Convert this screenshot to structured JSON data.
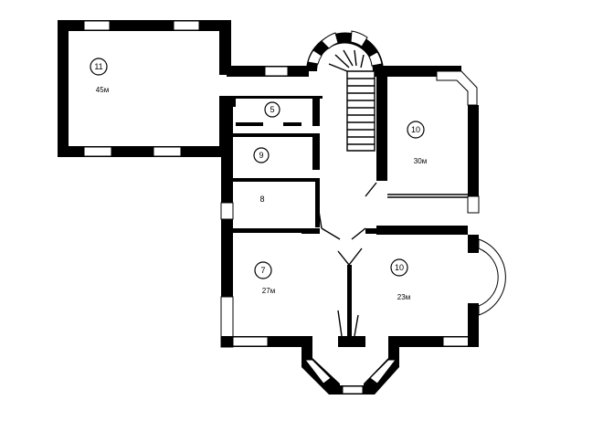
{
  "plan": {
    "rooms": [
      {
        "id": "room-11",
        "number": "11",
        "area": "45м"
      },
      {
        "id": "room-5",
        "number": "5",
        "area": ""
      },
      {
        "id": "room-9",
        "number": "9",
        "area": ""
      },
      {
        "id": "room-8",
        "number": "8",
        "area": ""
      },
      {
        "id": "room-10-top",
        "number": "10",
        "area": "30м"
      },
      {
        "id": "room-7",
        "number": "7",
        "area": "27м"
      },
      {
        "id": "room-10-bottom",
        "number": "10",
        "area": "23м"
      }
    ]
  }
}
